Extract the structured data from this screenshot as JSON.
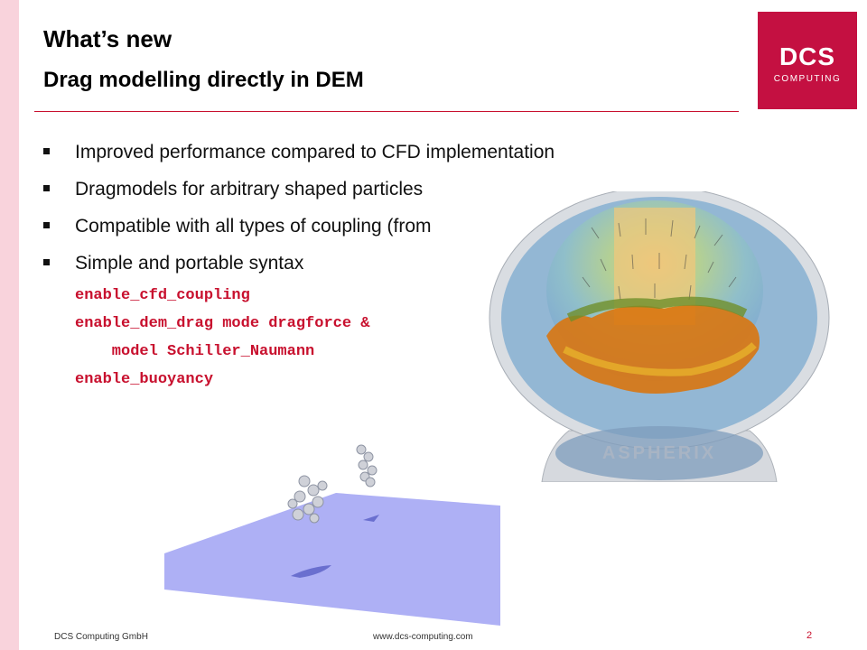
{
  "slide": {
    "title": "What’s new",
    "subtitle": "Drag modelling directly in DEM"
  },
  "logo": {
    "line1": "DCS",
    "line2": "COMPUTING"
  },
  "bullets": [
    "Improved performance compared to CFD implementation",
    "Dragmodels for arbitrary shaped particles",
    "Compatible with all types of coupling (from",
    "Simple and portable syntax"
  ],
  "code_lines": [
    "enable_cfd_coupling",
    "enable_dem_drag mode dragforce &",
    "    model Schiller_Naumann",
    "enable_buoyancy"
  ],
  "images": {
    "globe_watermark": "ASPHERIX"
  },
  "footer": {
    "company": "DCS Computing GmbH",
    "website": "www.dcs-computing.com",
    "page_number": "2"
  },
  "colors": {
    "accent": "#c8102e",
    "logo_bg": "#c41041",
    "side_bar": "#f9d3dc"
  }
}
